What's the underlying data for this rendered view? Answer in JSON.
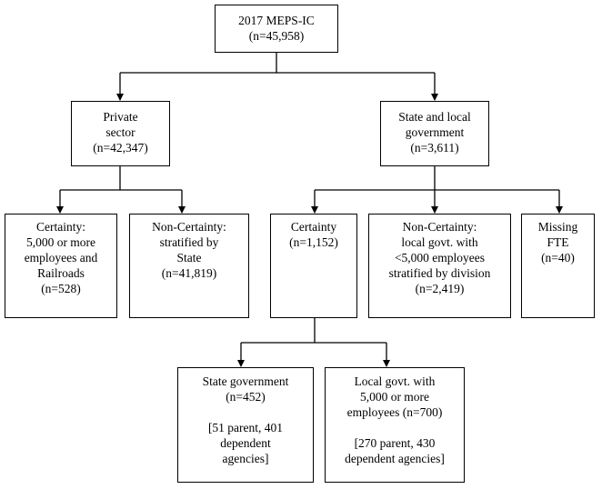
{
  "root": {
    "lines": [
      "2017 MEPS-IC",
      "(n=45,958)"
    ]
  },
  "private": {
    "lines": [
      "Private",
      "sector",
      "(n=42,347)"
    ]
  },
  "state_local": {
    "lines": [
      "State and local",
      "government",
      "(n=3,611)"
    ]
  },
  "certainty_private": {
    "lines": [
      "Certainty:",
      "5,000 or more",
      "employees and",
      "Railroads",
      "(n=528)"
    ]
  },
  "noncertainty_private": {
    "lines": [
      "Non-Certainty:",
      "stratified  by",
      "State",
      "(n=41,819)"
    ]
  },
  "certainty_govt": {
    "lines": [
      "Certainty",
      "(n=1,152)"
    ]
  },
  "noncertainty_govt": {
    "lines": [
      "Non-Certainty:",
      "local govt. with",
      "<5,000 employees",
      "stratified  by division",
      "(n=2,419)"
    ]
  },
  "missing_fte": {
    "lines": [
      "Missing",
      "FTE",
      "(n=40)"
    ]
  },
  "state_government": {
    "lines": [
      "State government",
      "(n=452)"
    ],
    "note_lines": [
      "[51 parent, 401",
      "dependent",
      "agencies]"
    ]
  },
  "local_govt": {
    "lines": [
      "Local govt. with",
      "5,000 or more",
      "employees (n=700)"
    ],
    "note_lines": [
      "[270 parent, 430",
      "dependent agencies]"
    ]
  }
}
